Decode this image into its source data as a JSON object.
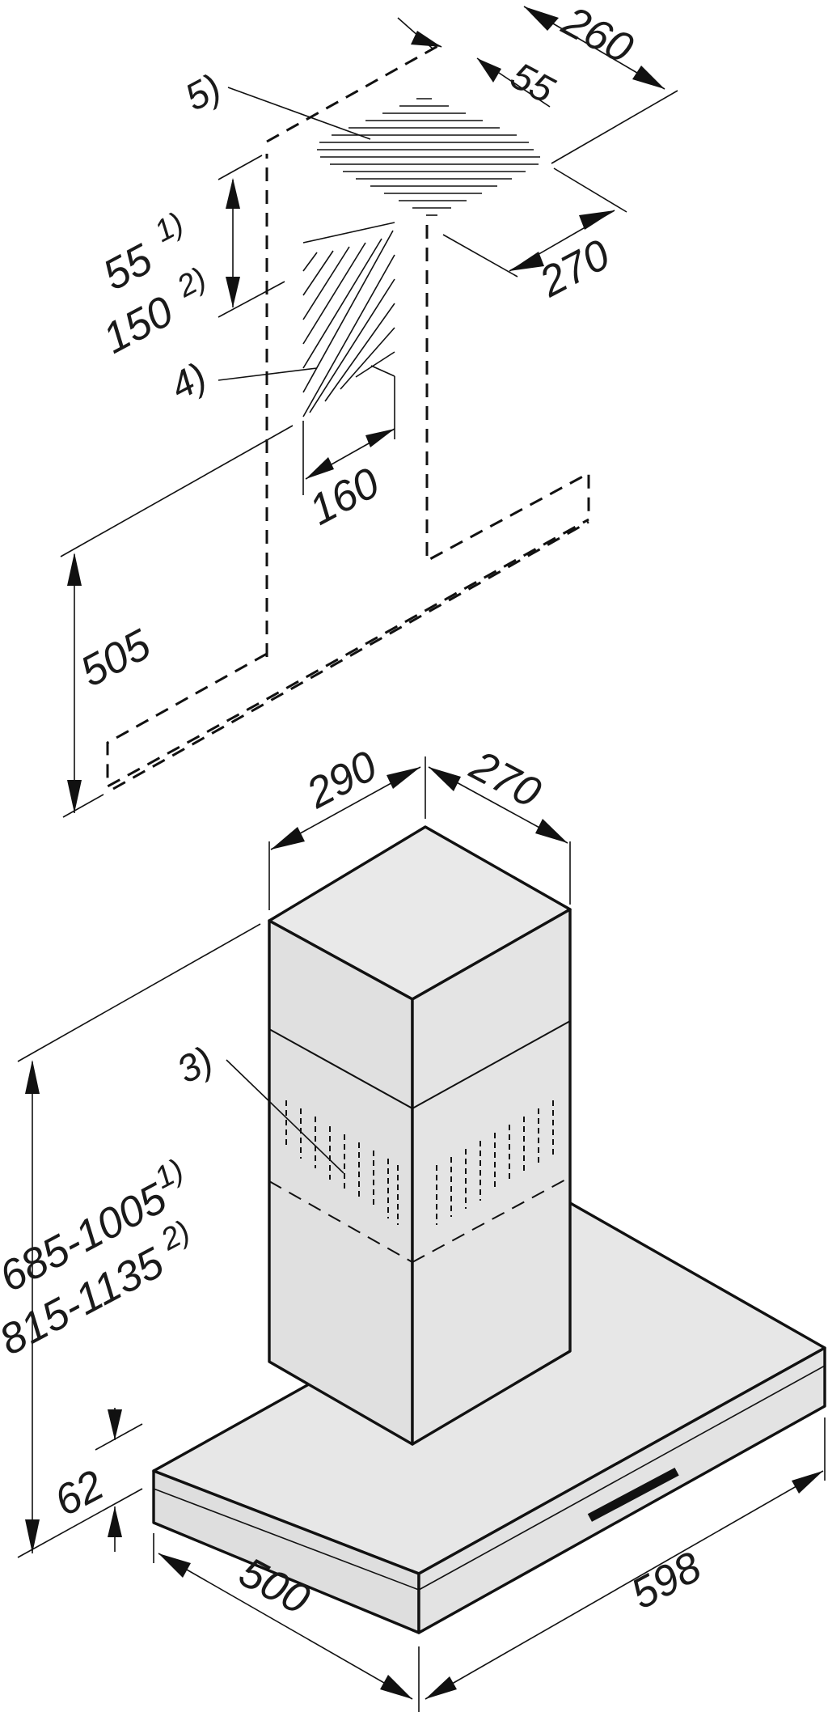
{
  "dimensions": {
    "d260": "260",
    "d55": "55",
    "d270_top": "270",
    "d55_1": "55",
    "d150_2": "150",
    "note1": "1)",
    "note2": "2)",
    "d160": "160",
    "d505": "505",
    "d290": "290",
    "d270_chimney": "270",
    "d685_1005": "685-1005",
    "d815_1135": "815-1135",
    "d62": "62",
    "d500": "500",
    "d598": "598"
  },
  "references": {
    "ref3": "3)",
    "ref4": "4)",
    "ref5": "5)"
  },
  "colors": {
    "hood_face": "#e2e2e2",
    "hood_top": "#e7e7e7",
    "line": "#111111"
  }
}
